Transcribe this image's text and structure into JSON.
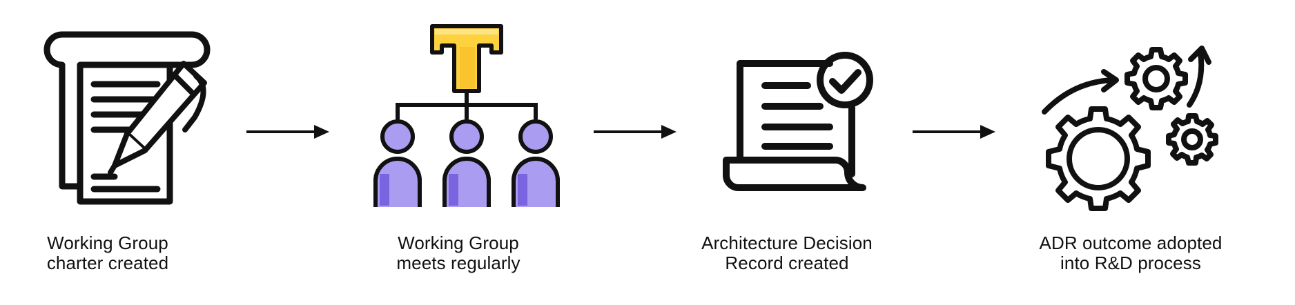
{
  "diagram": {
    "steps": [
      {
        "icon": "charter-document-pen-icon",
        "caption_lines": [
          "Working Group",
          "charter created"
        ]
      },
      {
        "icon": "team-hierarchy-icon",
        "caption_lines": [
          "Working Group",
          "meets regularly"
        ]
      },
      {
        "icon": "decision-record-check-icon",
        "caption_lines": [
          "Architecture Decision",
          "Record created"
        ]
      },
      {
        "icon": "gears-process-icon",
        "caption_lines": [
          "ADR outcome adopted",
          "into R&D process"
        ]
      }
    ],
    "arrows": [
      "arrow-right-icon",
      "arrow-right-icon",
      "arrow-right-icon"
    ],
    "colors": {
      "stroke": "#111111",
      "accent_yellow": "#FDD23E",
      "accent_yellow_shade": "#F4B41A",
      "accent_purple": "#AA9CF1",
      "accent_purple_shade": "#7B64E0"
    }
  }
}
